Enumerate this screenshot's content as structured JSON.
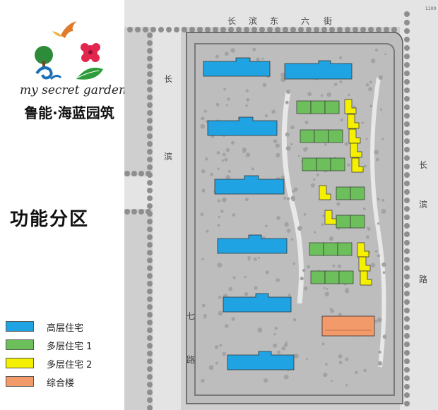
{
  "brand": {
    "english_name": "my secret garden",
    "chinese_name": "鲁能·海蓝园筑"
  },
  "section_title": "功能分区",
  "legend": [
    {
      "label": "高层住宅",
      "color": "#1fa3e3"
    },
    {
      "label": "多层住宅 1",
      "color": "#6cbf5a"
    },
    {
      "label": "多层住宅 2",
      "color": "#f5f000"
    },
    {
      "label": "综合楼",
      "color": "#f39a6a"
    }
  ],
  "roads": {
    "north": [
      "长",
      "滨",
      "东",
      "六",
      "街"
    ],
    "east": [
      "长",
      "滨",
      "路"
    ],
    "west": [
      "长",
      "滨",
      "七",
      "路"
    ]
  },
  "map_labels": {
    "corner_number": "1100"
  },
  "colors": {
    "map_background": "#cfcfcf",
    "site_fill": "#bdbdbd",
    "road_fill": "#e4e4e4",
    "tree": "#8e8e8e",
    "outline": "#555555"
  }
}
